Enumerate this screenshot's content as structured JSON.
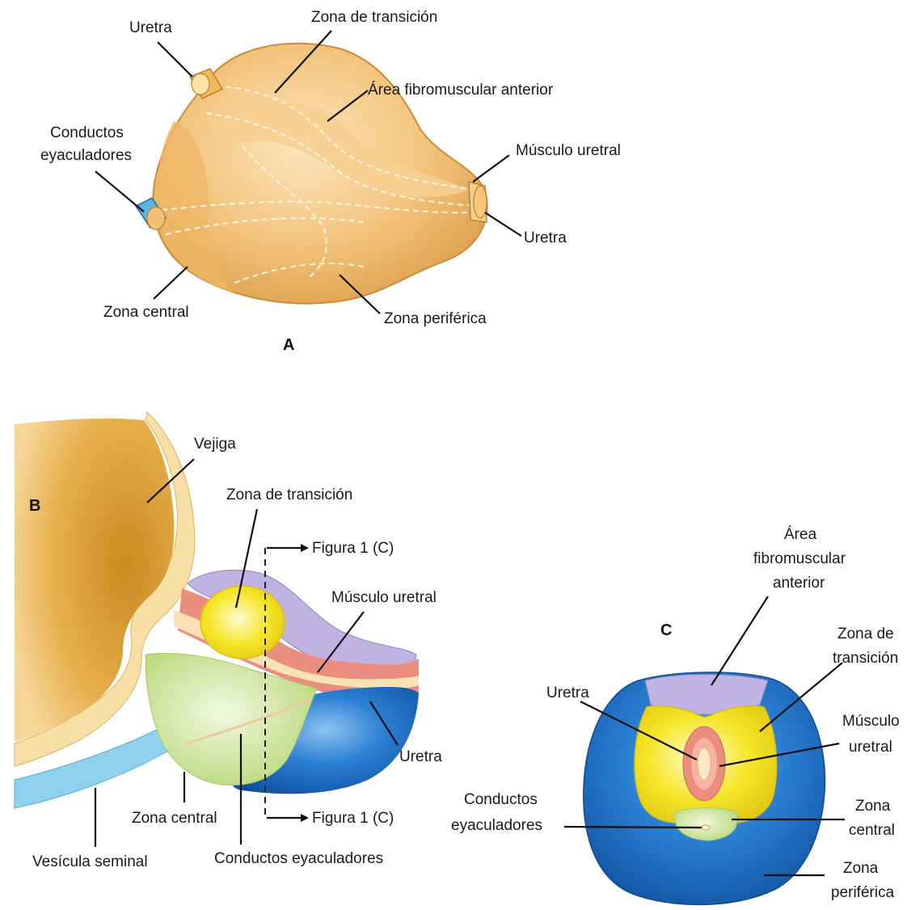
{
  "colors": {
    "gland": "#f2c27a",
    "gland_dark": "#d99a45",
    "transition_zone": "#f2e21a",
    "central_zone": "#c5e08a",
    "peripheral_zone": "#1f6fc7",
    "fibromuscular": "#b9aedf",
    "urethral_muscle": "#e98a7a",
    "bladder": "#e6ae4a",
    "seminal_vesicle": "#7fcbe8"
  },
  "panel_a": {
    "letter": "A",
    "labels": {
      "uretra_top": "Uretra",
      "zona_transicion": "Zona de transición",
      "area_fibromuscular": "Área fibromuscular anterior",
      "conductos_line1": "Conductos",
      "conductos_line2": "eyaculadores",
      "musculo_uretral": "Músculo uretral",
      "uretra_right": "Uretra",
      "zona_central": "Zona central",
      "zona_periferica": "Zona periférica"
    }
  },
  "panel_b": {
    "letter": "B",
    "labels": {
      "vejiga": "Vejiga",
      "zona_transicion": "Zona de transición",
      "figura_top": "Figura 1 (C)",
      "musculo_uretral": "Músculo uretral",
      "uretra": "Uretra",
      "zona_central": "Zona central",
      "figura_bottom": "Figura 1 (C)",
      "vesicula_seminal": "Vesícula seminal",
      "conductos_eyaculadores": "Conductos eyaculadores"
    }
  },
  "panel_c": {
    "letter": "C",
    "labels": {
      "area_line1": "Área",
      "area_line2": "fibromuscular",
      "area_line3": "anterior",
      "zona_transicion_line1": "Zona de",
      "zona_transicion_line2": "transición",
      "uretra": "Uretra",
      "musculo_line1": "Músculo",
      "musculo_line2": "uretral",
      "conductos_line1": "Conductos",
      "conductos_line2": "eyaculadores",
      "zona_central_line1": "Zona",
      "zona_central_line2": "central",
      "zona_periferica_line1": "Zona",
      "zona_periferica_line2": "periférica"
    }
  }
}
